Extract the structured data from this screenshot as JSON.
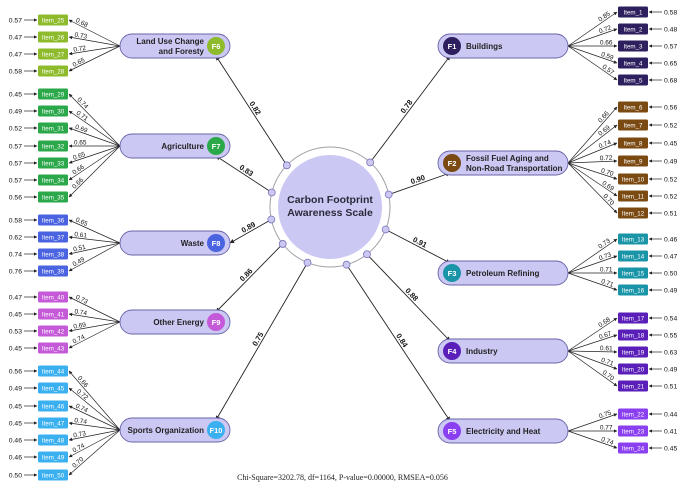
{
  "center": {
    "title_line1": "Carbon Footprint",
    "title_line2": "Awareness Scale"
  },
  "footer": "Chi-Square=3202.78,  df=1164, P-value=0.00000, RMSEA=0.056",
  "factors": [
    {
      "code": "F1",
      "name": "Buildings",
      "color": "#2e1f5e",
      "loading": "0.78",
      "items": [
        {
          "label": "Item_1",
          "loading": "0.85",
          "error": "0.58"
        },
        {
          "label": "Item_2",
          "loading": "0.72",
          "error": "0.48"
        },
        {
          "label": "Item_3",
          "loading": "0.66",
          "error": "0.57"
        },
        {
          "label": "Item_4",
          "loading": "0.59",
          "error": "0.65"
        },
        {
          "label": "Item_5",
          "loading": "0.57",
          "error": "0.68"
        }
      ]
    },
    {
      "code": "F2",
      "name_line1": "Fossil Fuel Aging and",
      "name_line2": "Non-Road Transportation",
      "color": "#7a4a12",
      "loading": "0.90",
      "items": [
        {
          "label": "Item_6",
          "loading": "0.66",
          "error": "0.56"
        },
        {
          "label": "Item_7",
          "loading": "0.69",
          "error": "0.52"
        },
        {
          "label": "Item_8",
          "loading": "0.74",
          "error": "0.45"
        },
        {
          "label": "Item_9",
          "loading": "0.72",
          "error": "0.49"
        },
        {
          "label": "Item_10",
          "loading": "0.70",
          "error": "0.52"
        },
        {
          "label": "Item_11",
          "loading": "0.69",
          "error": "0.52"
        },
        {
          "label": "Item_12",
          "loading": "0.70",
          "error": "0.51"
        }
      ]
    },
    {
      "code": "F3",
      "name": "Petroleum Refining",
      "color": "#1a95a8",
      "loading": "0.91",
      "items": [
        {
          "label": "Item_13",
          "loading": "0.73",
          "error": "0.46"
        },
        {
          "label": "Item_14",
          "loading": "0.73",
          "error": "0.47"
        },
        {
          "label": "Item_15",
          "loading": "0.71",
          "error": "0.50"
        },
        {
          "label": "Item_16",
          "loading": "0.71",
          "error": "0.49"
        }
      ]
    },
    {
      "code": "F4",
      "name": "Industry",
      "color": "#5a1fb8",
      "loading": "0.88",
      "items": [
        {
          "label": "Item_17",
          "loading": "0.68",
          "error": "0.54"
        },
        {
          "label": "Item_18",
          "loading": "0.67",
          "error": "0.55"
        },
        {
          "label": "Item_19",
          "loading": "0.61",
          "error": "0.63"
        },
        {
          "label": "Item_20",
          "loading": "0.71",
          "error": "0.49"
        },
        {
          "label": "Item_21",
          "loading": "0.70",
          "error": "0.51"
        }
      ]
    },
    {
      "code": "F5",
      "name": "Electricity and Heat",
      "color": "#8a3ff0",
      "loading": "0.84",
      "items": [
        {
          "label": "Item_22",
          "loading": "0.75",
          "error": "0.44"
        },
        {
          "label": "Item_23",
          "loading": "0.77",
          "error": "0.41"
        },
        {
          "label": "Item_24",
          "loading": "0.74",
          "error": "0.45"
        }
      ]
    },
    {
      "code": "F6",
      "name_line1": "Land Use Change",
      "name_line2": "and Foresty",
      "color": "#8dbb2c",
      "loading": "0.82",
      "items": [
        {
          "label": "Item_25",
          "loading": "0.68",
          "error": "0.57"
        },
        {
          "label": "Item_26",
          "loading": "0.73",
          "error": "0.47"
        },
        {
          "label": "Item_27",
          "loading": "0.72",
          "error": "0.47"
        },
        {
          "label": "Item_28",
          "loading": "0.65",
          "error": "0.58"
        }
      ]
    },
    {
      "code": "F7",
      "name": "Agriculture",
      "color": "#2aa84a",
      "loading": "0.83",
      "items": [
        {
          "label": "Item_29",
          "loading": "0.74",
          "error": "0.45"
        },
        {
          "label": "Item_30",
          "loading": "0.71",
          "error": "0.49"
        },
        {
          "label": "Item_31",
          "loading": "0.69",
          "error": "0.52"
        },
        {
          "label": "Item_32",
          "loading": "0.65",
          "error": "0.57"
        },
        {
          "label": "Item_33",
          "loading": "0.65",
          "error": "0.57"
        },
        {
          "label": "Item_34",
          "loading": "0.66",
          "error": "0.57"
        },
        {
          "label": "Item_35",
          "loading": "0.66",
          "error": "0.56"
        }
      ]
    },
    {
      "code": "F8",
      "name": "Waste",
      "color": "#4a63e0",
      "loading": "0.89",
      "items": [
        {
          "label": "Item_36",
          "loading": "0.65",
          "error": "0.58"
        },
        {
          "label": "Item_37",
          "loading": "0.61",
          "error": "0.62"
        },
        {
          "label": "Item_38",
          "loading": "0.51",
          "error": "0.74"
        },
        {
          "label": "Item_39",
          "loading": "0.49",
          "error": "0.76"
        }
      ]
    },
    {
      "code": "F9",
      "name": "Other Energy",
      "color": "#c45ad8",
      "loading": "0.86",
      "items": [
        {
          "label": "Item_40",
          "loading": "0.73",
          "error": "0.47"
        },
        {
          "label": "Item_41",
          "loading": "0.74",
          "error": "0.45"
        },
        {
          "label": "Item_42",
          "loading": "0.69",
          "error": "0.53"
        },
        {
          "label": "Item_43",
          "loading": "0.74",
          "error": "0.45"
        }
      ]
    },
    {
      "code": "F10",
      "name": "Sports Organization",
      "color": "#3bb0f0",
      "loading": "0.75",
      "items": [
        {
          "label": "Item_44",
          "loading": "0.66",
          "error": "0.56"
        },
        {
          "label": "Item_45",
          "loading": "0.72",
          "error": "0.49"
        },
        {
          "label": "Item_46",
          "loading": "0.74",
          "error": "0.45"
        },
        {
          "label": "Item_47",
          "loading": "0.74",
          "error": "0.45"
        },
        {
          "label": "Item_48",
          "loading": "0.73",
          "error": "0.46"
        },
        {
          "label": "Item_49",
          "loading": "0.74",
          "error": "0.46"
        },
        {
          "label": "Item_50",
          "loading": "0.70",
          "error": "0.50"
        }
      ]
    }
  ]
}
